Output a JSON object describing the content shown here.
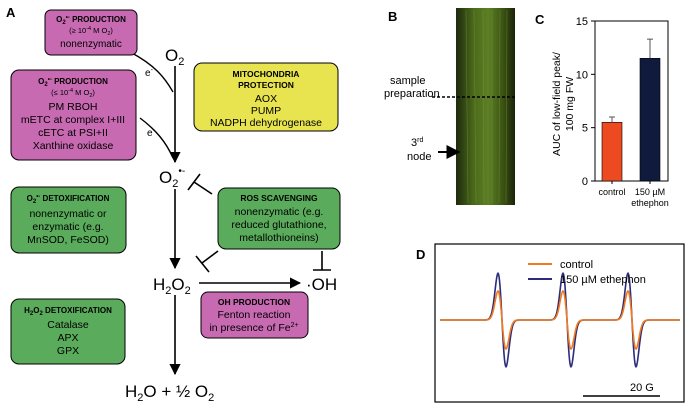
{
  "panels": {
    "a": "A",
    "b": "B",
    "c": "C",
    "d": "D"
  },
  "colors": {
    "magenta": "#c86ab1",
    "yellow": "#e8e450",
    "green": "#5aac5c",
    "bar_control": "#ee4a22",
    "bar_ethephon": "#101a3c",
    "trace_control": "#f07a20",
    "trace_ethephon": "#2c2c7a"
  },
  "pathway": {
    "o2": [
      "O",
      "2"
    ],
    "superoxide": [
      "O",
      "2",
      "•-"
    ],
    "h2o2": [
      "H",
      "2",
      "O",
      "2"
    ],
    "oh": "·OH",
    "water": [
      "H",
      "2",
      "O + ½ O",
      "2"
    ],
    "electron_label": "e",
    "electron_sup": "-"
  },
  "boxes": {
    "prod_high": {
      "title_parts": [
        "O",
        "2",
        "•-",
        " PRODUCTION"
      ],
      "sub_parts": [
        "(≥ 10",
        "-4",
        " M O",
        "2",
        ")"
      ],
      "lines": [
        "nonenzymatic"
      ]
    },
    "prod_low": {
      "title_parts": [
        "O",
        "2",
        "•-",
        " PRODUCTION"
      ],
      "sub_parts": [
        "(≤ 10",
        "-4",
        " M O",
        "2",
        ")"
      ],
      "lines": [
        "PM RBOH",
        "mETC at complex I+III",
        "cETC at PSI+II",
        "Xanthine oxidase"
      ]
    },
    "mito": {
      "title": [
        "MITOCHONDRIA",
        "PROTECTION"
      ],
      "lines": [
        "AOX",
        "PUMP",
        "NADPH dehydrogenase"
      ]
    },
    "detox_o2": {
      "title_parts": [
        "O",
        "2",
        "•-",
        " DETOXIFICATION"
      ],
      "lines": [
        "nonenzymatic or",
        "enzymatic (e.g.",
        "MnSOD, FeSOD)"
      ]
    },
    "ros": {
      "title": "ROS SCAVENGING",
      "lines": [
        "nonenzymatic (e.g.",
        "reduced glutathione,",
        "metallothioneins)"
      ]
    },
    "oh_prod": {
      "title": "OH PRODUCTION",
      "lines": [
        "Fenton reaction"
      ],
      "last_parts": [
        "in presence of Fe",
        "2+"
      ]
    },
    "detox_h2o2": {
      "title_parts": [
        "H",
        "2",
        "O",
        "2",
        " DETOXIFICATION"
      ],
      "lines": [
        "Catalase",
        "APX",
        "GPX"
      ]
    }
  },
  "photo": {
    "sample_preparation": [
      "sample",
      "preparation"
    ],
    "node_parts": [
      "3",
      "rd"
    ],
    "node_word": "node"
  },
  "chart_data": [
    {
      "type": "bar",
      "categories": [
        "control",
        "150 µM ethephon"
      ],
      "category_lines": [
        [
          "control"
        ],
        [
          "150 µM",
          "ethephon"
        ]
      ],
      "values": [
        5.5,
        11.5
      ],
      "errors": [
        0.5,
        1.8
      ],
      "ylabel_lines": [
        "AUC of low-field peak/",
        "100 mg FW"
      ],
      "ylim": [
        0,
        15
      ],
      "yticks": [
        0,
        5,
        10,
        15
      ]
    },
    {
      "type": "line",
      "series": [
        {
          "name": "control",
          "color": "#f07a20"
        },
        {
          "name": "150 µM ethephon",
          "color": "#2c2c7a"
        }
      ],
      "peak_amplitude": {
        "control": 0.62,
        "150 µM ethephon": 1.0
      },
      "scale_bar": "20 G"
    }
  ]
}
